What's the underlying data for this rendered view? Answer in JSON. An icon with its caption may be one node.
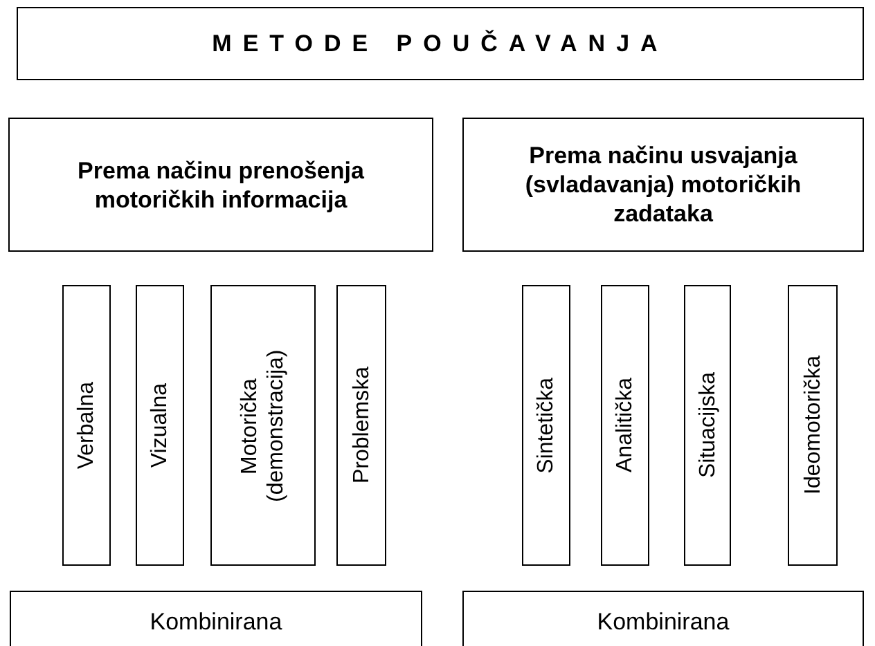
{
  "diagram": {
    "nodes": [
      {
        "text": [
          "METODE POUČAVANJA"
        ]
      },
      {
        "text": [
          "Prema načinu prenošenja motoričkih informacija"
        ]
      },
      {
        "text": [
          "Prema načinu usvajanja (svladavanja) motoričkih zadataka"
        ]
      },
      {
        "text": [
          "Verbalna"
        ]
      },
      {
        "text": [
          "Vizualna"
        ]
      },
      {
        "text": [
          "Motorička (demonstracija)"
        ]
      },
      {
        "text": [
          "Problemska"
        ]
      },
      {
        "text": [
          "Sintetička"
        ]
      },
      {
        "text": [
          "Analitička"
        ]
      },
      {
        "text": [
          "Situacijska"
        ]
      },
      {
        "text": [
          "Ideomotorička"
        ]
      },
      {
        "text": [
          "Kombinirana"
        ]
      },
      {
        "text": [
          "Kombinirana"
        ]
      }
    ]
  }
}
